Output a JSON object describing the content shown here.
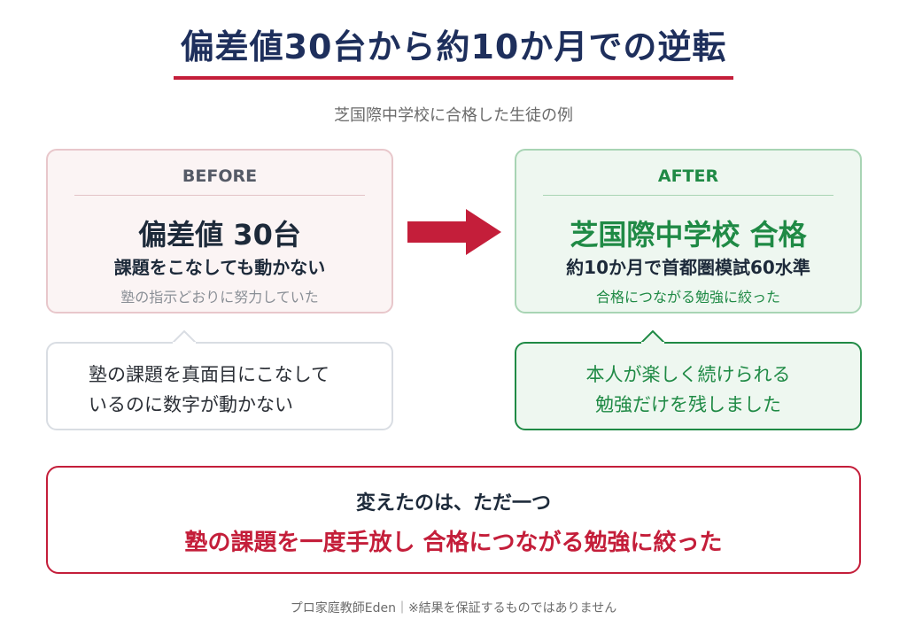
{
  "title": "偏差値30台から約10か月での逆転",
  "subtitle": "芝国際中学校に合格した生徒の例",
  "colors": {
    "navy": "#1e2f5c",
    "red": "#c41e3a",
    "green": "#1f8a45"
  },
  "before": {
    "label": "BEFORE",
    "main": "偏差値 30台",
    "sub": "課題をこなしても動かない",
    "note": "塾の指示どおりに努力していた",
    "bubble_line1": "塾の課題を真面目にこなして",
    "bubble_line2": "いるのに数字が動かない"
  },
  "after": {
    "label": "AFTER",
    "main": "芝国際中学校 合格",
    "sub": "約10か月で首都圏模試60水準",
    "note": "合格につながる勉強に絞った",
    "bubble_line1": "本人が楽しく続けられる",
    "bubble_line2": "勉強だけを残しました"
  },
  "arrow_icon": "right-arrow-icon",
  "summary": {
    "top": "変えたのは、ただ一つ",
    "main": "塾の課題を一度手放し 合格につながる勉強に絞った"
  },
  "footer": "プロ家庭教師Eden｜※結果を保証するものではありません"
}
